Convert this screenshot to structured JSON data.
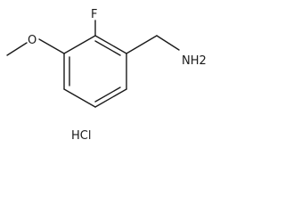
{
  "molecule": {
    "labels": {
      "fluorine": "F",
      "oxygen": "O",
      "amine": "NH2",
      "salt": "HCl"
    }
  }
}
